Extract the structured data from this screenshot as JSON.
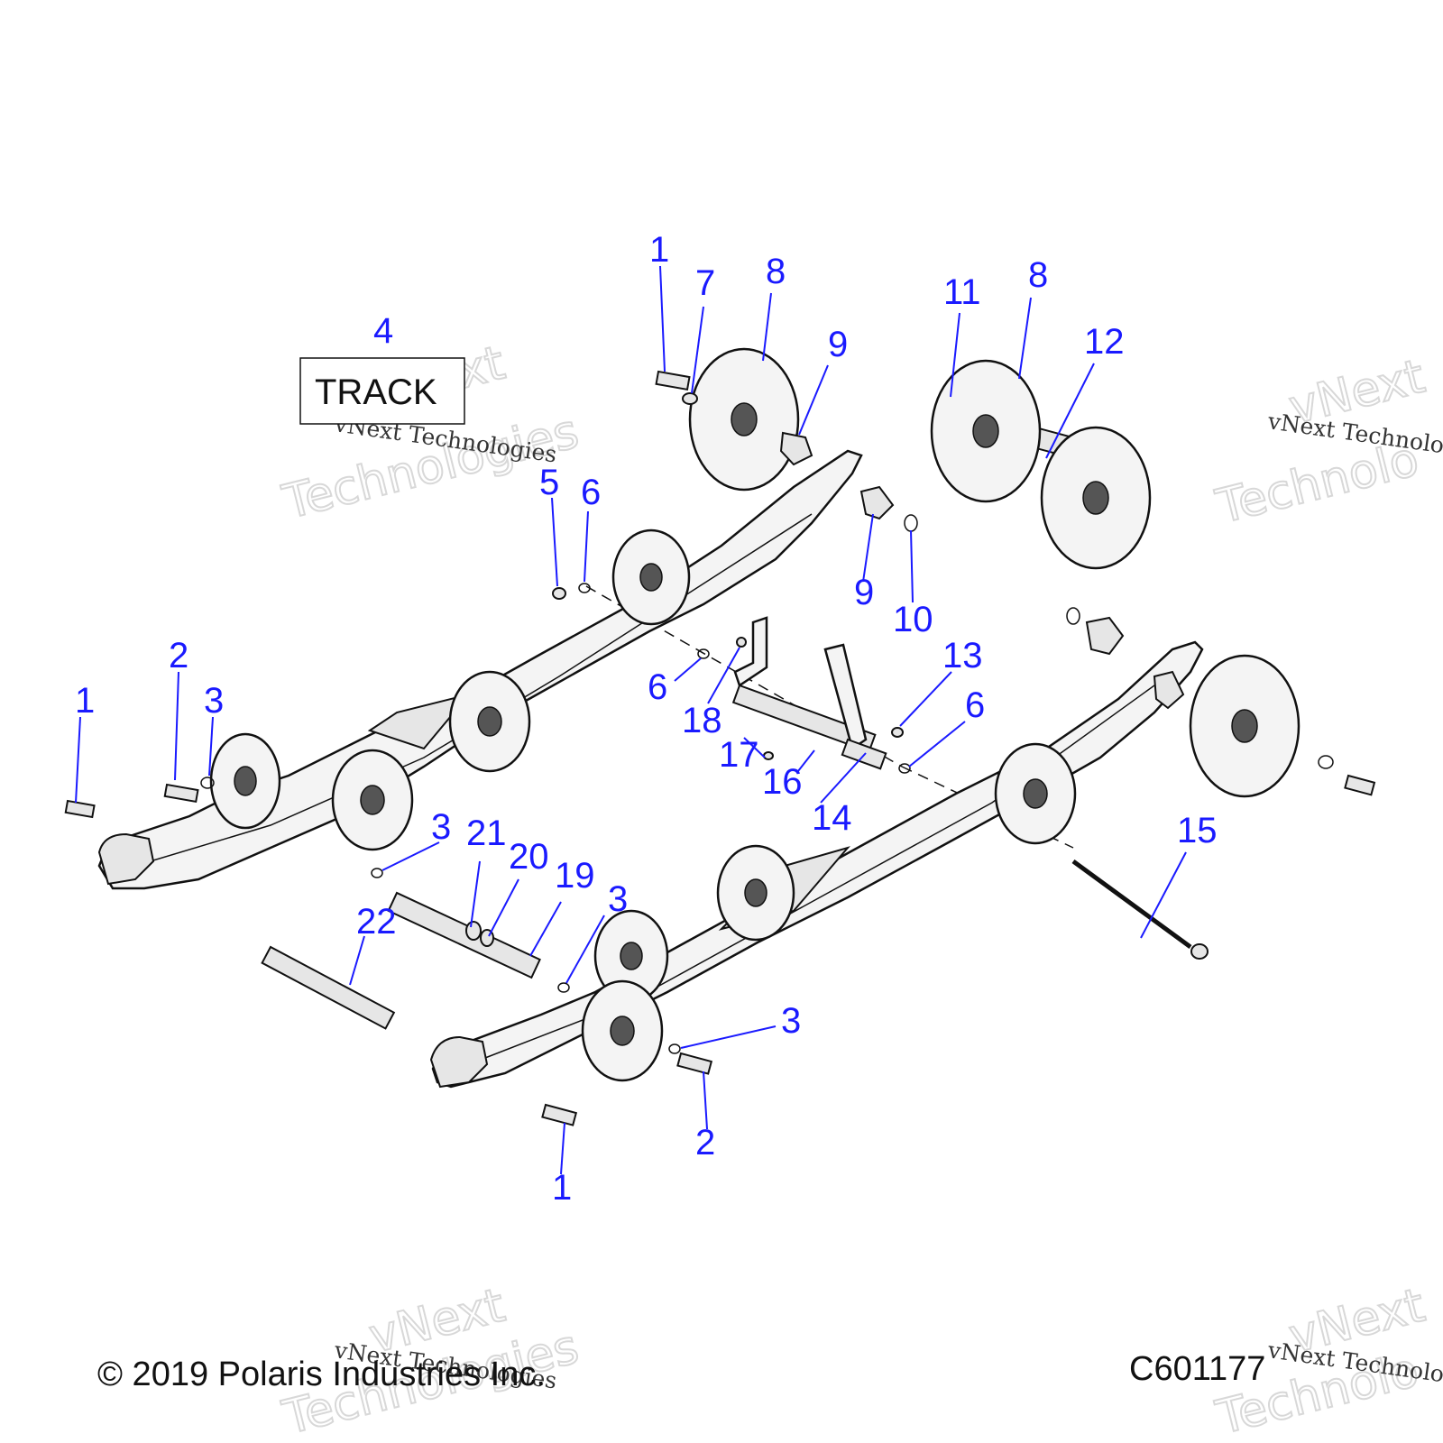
{
  "diagram": {
    "box_label": "TRACK",
    "callouts": [
      {
        "id": "c1a",
        "text": "1"
      },
      {
        "id": "c7",
        "text": "7"
      },
      {
        "id": "c8a",
        "text": "8"
      },
      {
        "id": "c9a",
        "text": "9"
      },
      {
        "id": "c11",
        "text": "11"
      },
      {
        "id": "c8b",
        "text": "8"
      },
      {
        "id": "c12",
        "text": "12"
      },
      {
        "id": "c4",
        "text": "4"
      },
      {
        "id": "c5",
        "text": "5"
      },
      {
        "id": "c6a",
        "text": "6"
      },
      {
        "id": "c9b",
        "text": "9"
      },
      {
        "id": "c10",
        "text": "10"
      },
      {
        "id": "c2a",
        "text": "2"
      },
      {
        "id": "c3a",
        "text": "3"
      },
      {
        "id": "c1b",
        "text": "1"
      },
      {
        "id": "c6b",
        "text": "6"
      },
      {
        "id": "c18",
        "text": "18"
      },
      {
        "id": "c13",
        "text": "13"
      },
      {
        "id": "c6c",
        "text": "6"
      },
      {
        "id": "c17",
        "text": "17"
      },
      {
        "id": "c16",
        "text": "16"
      },
      {
        "id": "c14",
        "text": "14"
      },
      {
        "id": "c3b",
        "text": "3"
      },
      {
        "id": "c21",
        "text": "21"
      },
      {
        "id": "c20",
        "text": "20"
      },
      {
        "id": "c19",
        "text": "19"
      },
      {
        "id": "c3c",
        "text": "3"
      },
      {
        "id": "c22",
        "text": "22"
      },
      {
        "id": "c15",
        "text": "15"
      },
      {
        "id": "c3d",
        "text": "3"
      },
      {
        "id": "c2b",
        "text": "2"
      },
      {
        "id": "c1c",
        "text": "1"
      }
    ]
  },
  "footer": {
    "copyright": "© 2019 Polaris Industries Inc.",
    "code": "C601177"
  },
  "watermark": {
    "line_small": "vNext Technologies",
    "line_big_1": "vNext",
    "line_big_2": "Technologies",
    "line_big_partial": "Technolo"
  },
  "colors": {
    "callout": "#1a1aff",
    "line_art": "#111111"
  }
}
